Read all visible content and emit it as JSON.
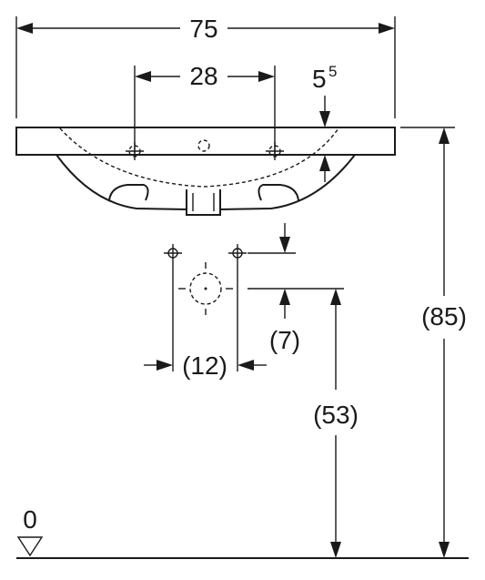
{
  "dimensions": {
    "overall_width": "75",
    "tap_hole_spacing": "28",
    "rim_thickness_main": "5",
    "rim_thickness_sup": "5",
    "overall_height": "(85)",
    "drain_offset": "(7)",
    "fixing_spacing": "(12)",
    "drain_height": "(53)",
    "floor_level": "0"
  }
}
